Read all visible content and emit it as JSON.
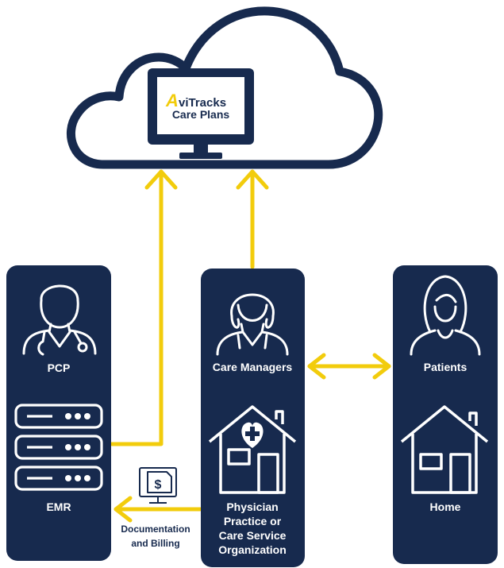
{
  "app": {
    "brand_first_letter": "A",
    "brand_rest": "viTracks",
    "brand_subtitle": "Care Plans"
  },
  "columns": {
    "left": {
      "person_label": "PCP",
      "device_label": "EMR"
    },
    "center": {
      "person_label": "Care Managers",
      "org_label_lines": [
        "Physician",
        "Practice or",
        "Care Service",
        "Organization"
      ]
    },
    "right": {
      "person_label": "Patients",
      "place_label": "Home"
    }
  },
  "flow_labels": {
    "doc_billing_lines": [
      "Documentation",
      "and Billing"
    ]
  },
  "colors": {
    "navy": "#172a4e",
    "yellow": "#f2cc0c",
    "white": "#ffffff"
  },
  "icons": [
    "cloud-icon",
    "monitor-icon",
    "doctor-icon",
    "server-icon",
    "nurse-icon",
    "home-medical-icon",
    "woman-icon",
    "home-icon",
    "invoice-icon"
  ]
}
